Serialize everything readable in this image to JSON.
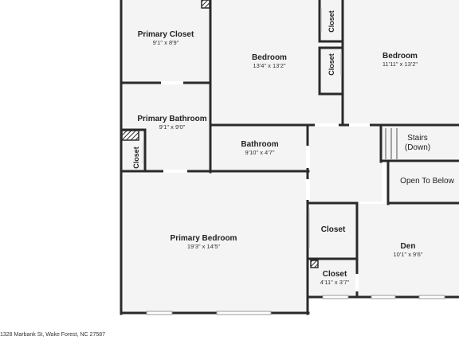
{
  "rooms": {
    "primary_closet": {
      "name": "Primary Closet",
      "dim": "9'1\" x 8'9\""
    },
    "bedroom_1": {
      "name": "Bedroom",
      "dim": "13'4\" x 13'2\""
    },
    "bedroom_2": {
      "name": "Bedroom",
      "dim": "11'11\" x 13'2\""
    },
    "primary_bathroom": {
      "name": "Primary Bathroom",
      "dim": "9'1\" x 9'0\""
    },
    "bathroom": {
      "name": "Bathroom",
      "dim": "9'10\" x 4'7\""
    },
    "stairs": {
      "name": "Stairs",
      "sub": "(Down)"
    },
    "open_to_below": {
      "name": "Open To Below"
    },
    "primary_bedroom": {
      "name": "Primary Bedroom",
      "dim": "19'3\" x 14'5\""
    },
    "closet_hall": {
      "name": "Closet"
    },
    "den": {
      "name": "Den",
      "dim": "10'1\" x 9'6\""
    },
    "closet_small": {
      "name": "Closet",
      "dim": "4'11\" x 3'7\""
    },
    "closet_bath_vertical": {
      "name": "Closet"
    },
    "closet_bed_top": {
      "name": "Closet"
    },
    "closet_bed_mid": {
      "name": "Closet"
    }
  },
  "footer": {
    "address": "1328 Marbank St, Wake Forest, NC 27587"
  },
  "colors": {
    "wall": "#2a2a2a",
    "floor": "#f4f4f4",
    "window": "#c8c8c8",
    "door_gap": "#ffffff"
  }
}
